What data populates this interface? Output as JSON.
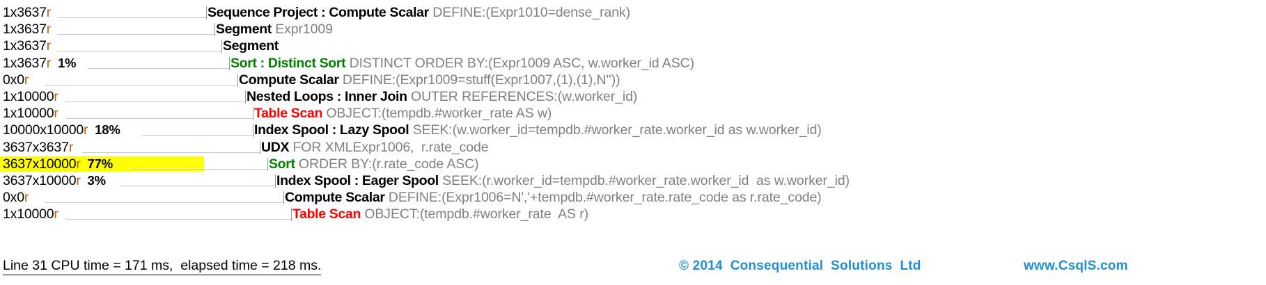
{
  "title": "SQL Server Execution Plan (text)",
  "colors": {
    "operator_default": "#000000",
    "operator_green": "#008000",
    "operator_red": "#ff0000",
    "argument_gray": "#808080",
    "rows_suffix_orange": "#b4640f",
    "highlight_yellow": "#ffff00",
    "leader_gray": "#c8c8c8",
    "credit_blue": "#1f8fd6"
  },
  "plan_rows": [
    {
      "rows": "1x3637r",
      "pct": "",
      "indent": 298,
      "leader_start": 74,
      "operator": "Sequence Project : Compute Scalar",
      "operator_color": "default",
      "argument": "DEFINE:(Expr1010=dense_rank)",
      "highlighted": false,
      "has_leader": true
    },
    {
      "rows": "1x3637r",
      "pct": "",
      "indent": 310,
      "leader_start": 74,
      "operator": "Segment",
      "operator_color": "default",
      "argument": "Expr1009",
      "highlighted": false,
      "has_leader": true
    },
    {
      "rows": "1x3637r",
      "pct": "",
      "indent": 320,
      "leader_start": 74,
      "operator": "Segment",
      "operator_color": "default",
      "argument": "",
      "highlighted": false,
      "has_leader": true
    },
    {
      "rows": "1x3637r",
      "pct": "1%",
      "indent": 331,
      "leader_start": 118,
      "operator": "Sort : Distinct Sort",
      "operator_color": "green",
      "argument": "DISTINCT ORDER BY:(Expr1009 ASC, w.worker_id ASC)",
      "highlighted": false,
      "has_leader": true
    },
    {
      "rows": "0x0r",
      "pct": "",
      "indent": 343,
      "leader_start": 56,
      "operator": "Compute Scalar",
      "operator_color": "default",
      "argument": "DEFINE:(Expr1009=stuff(Expr1007,(1),(1),N''))",
      "highlighted": false,
      "has_leader": true
    },
    {
      "rows": "1x10000r",
      "pct": "",
      "indent": 354,
      "leader_start": 86,
      "operator": "Nested Loops : Inner Join",
      "operator_color": "default",
      "argument": "OUTER REFERENCES:(w.worker_id)",
      "highlighted": false,
      "has_leader": true
    },
    {
      "rows": "1x10000r",
      "pct": "",
      "indent": 365,
      "leader_start": 86,
      "operator": "Table Scan",
      "operator_color": "red",
      "argument": "OBJECT:(tempdb.#worker_rate AS w)",
      "highlighted": false,
      "has_leader": true
    },
    {
      "rows": "10000x10000r",
      "pct": "18%",
      "indent": 365,
      "leader_start": 196,
      "operator": "Index Spool : Lazy Spool",
      "operator_color": "default",
      "argument": "SEEK:(w.worker_id=tempdb.#worker_rate.worker_id as w.worker_id)",
      "highlighted": false,
      "has_leader": true
    },
    {
      "rows": "3637x3637r",
      "pct": "",
      "indent": 375,
      "leader_start": 110,
      "operator": "UDX",
      "operator_color": "default",
      "argument": "FOR XMLExpr1006,  r.rate_code",
      "highlighted": false,
      "has_leader": true
    },
    {
      "rows": "3637x10000r",
      "pct": "77%",
      "indent": 386,
      "leader_start": 180,
      "operator": "Sort",
      "operator_color": "green",
      "argument": "ORDER BY:(r.rate_code ASC)",
      "highlighted": true,
      "has_leader": true
    },
    {
      "rows": "3637x10000r",
      "pct": "3%",
      "indent": 397,
      "leader_start": 166,
      "operator": "Index Spool : Eager Spool",
      "operator_color": "default",
      "argument": "SEEK:(r.worker_id=tempdb.#worker_rate.worker_id  as w.worker_id)",
      "highlighted": false,
      "has_leader": true
    },
    {
      "rows": "0x0r",
      "pct": "",
      "indent": 409,
      "leader_start": 56,
      "operator": "Compute Scalar",
      "operator_color": "default",
      "argument": "DEFINE:(Expr1006=N','+tempdb.#worker_rate.rate_code as r.rate_code)",
      "highlighted": false,
      "has_leader": true
    },
    {
      "rows": "1x10000r",
      "pct": "",
      "indent": 420,
      "leader_start": 86,
      "operator": "Table Scan",
      "operator_color": "red",
      "argument": "OBJECT:(tempdb.#worker_rate  AS r)",
      "highlighted": false,
      "has_leader": true
    }
  ],
  "footer": {
    "timing": "Line 31 CPU time = 171 ms,  elapsed time = 218 ms."
  },
  "credit": {
    "copyright": "© 2014  Consequential  Solutions  Ltd",
    "website": "www.CsqlS.com"
  }
}
